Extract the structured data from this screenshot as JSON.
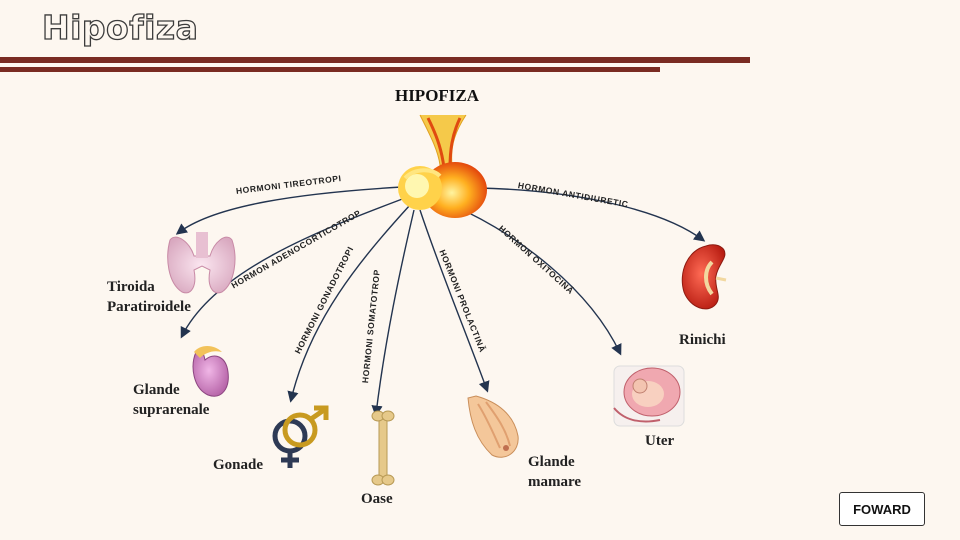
{
  "slide": {
    "title": "Hipofiza"
  },
  "diagram": {
    "title": "HIPOFIZA",
    "hormones": {
      "tireotropi": "HORMONI TIREOTROPI",
      "adenocorticotrop": "HORMON ADENOCORTICOTROP",
      "gonadotropi": "HORMONI GONADOTROPI",
      "somatotrop": "HORMONI SOMATOTROP",
      "prolactina": "HORMONI PROLACTINĂ",
      "oxitocina": "HORMON OXITOCINĂ",
      "antidiuretic": "HORMON ANTIDIURETIC"
    },
    "organs": {
      "tiroida_line1": "Tiroida",
      "tiroida_line2": "Paratiroidele",
      "suprarenale_line1": "Glande",
      "suprarenale_line2": "suprarenale",
      "gonade": "Gonade",
      "oase": "Oase",
      "mamare_line1": "Glande",
      "mamare_line2": "mamare",
      "uter": "Uter",
      "rinichi": "Rinichi"
    }
  },
  "navigation": {
    "forward_label": "FOWARD"
  },
  "colors": {
    "accent_bar": "#7a2b22",
    "arrow": "#23344f"
  }
}
